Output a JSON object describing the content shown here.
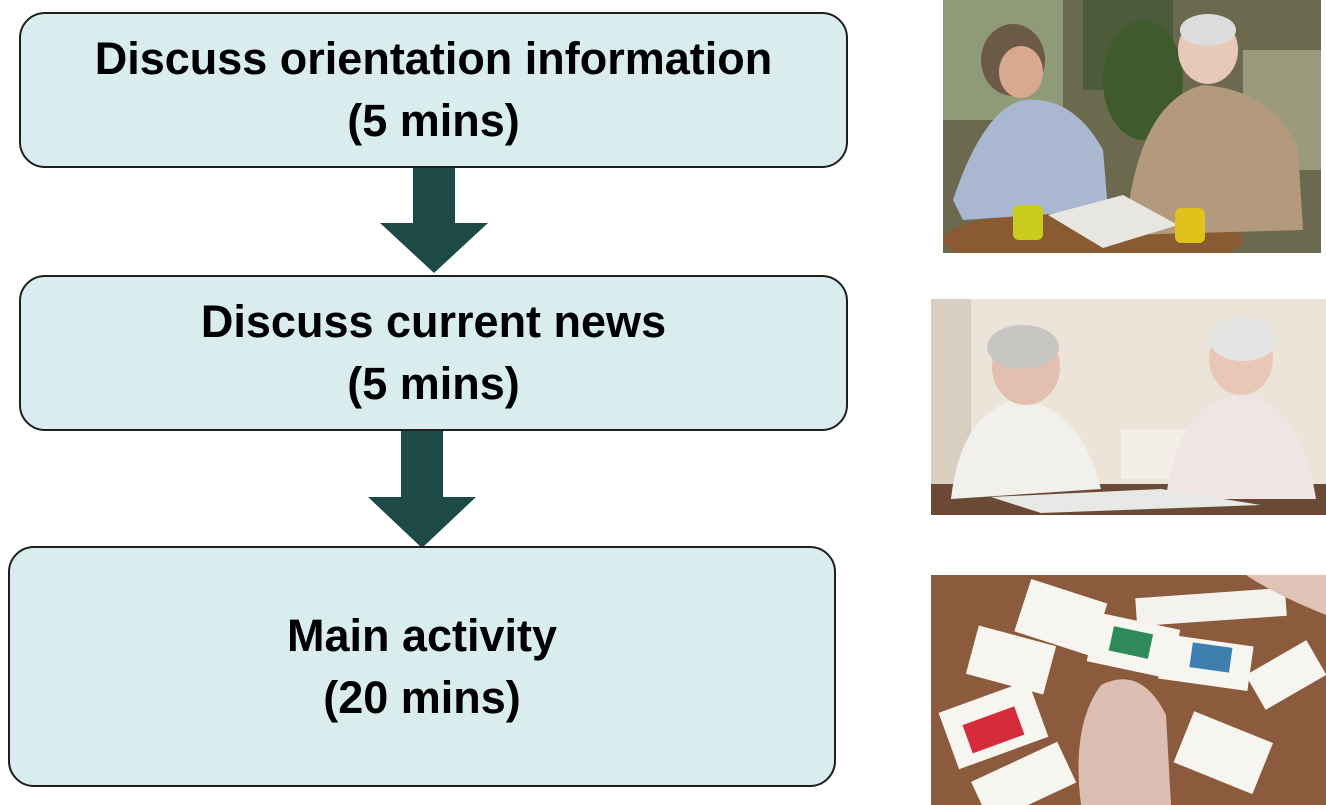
{
  "steps": [
    {
      "title": "Discuss orientation information",
      "duration": "(5 mins)"
    },
    {
      "title": "Discuss current news",
      "duration": "(5 mins)"
    },
    {
      "title": "Main activity",
      "duration": "(20 mins)"
    }
  ],
  "colors": {
    "box_fill": "#daedee",
    "box_border": "#1f1f1f",
    "arrow": "#1d4a47"
  },
  "photos": [
    {
      "name": "couple-reading-newspaper-photo"
    },
    {
      "name": "two-women-discussing-photo"
    },
    {
      "name": "cards-activity-photo"
    }
  ]
}
